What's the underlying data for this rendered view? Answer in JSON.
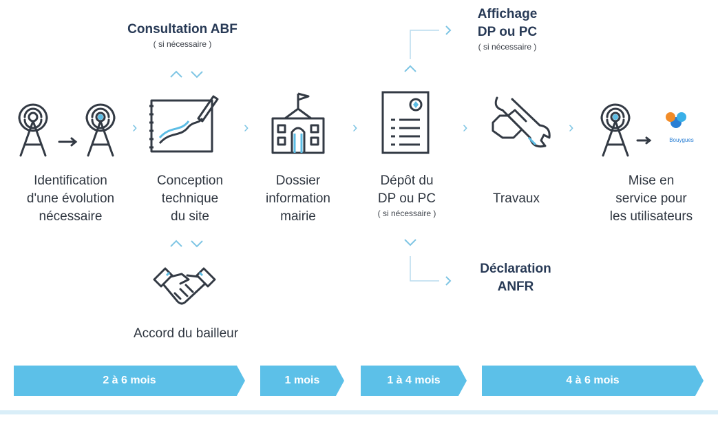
{
  "colors": {
    "accent": "#5cbde5",
    "text": "#2f3640",
    "title": "#283a56",
    "chevron": "#7ec5e4",
    "bar": "#5cc0e8"
  },
  "steps": [
    {
      "lines": [
        "Identification",
        "d'une évolution",
        "nécessaire"
      ],
      "icon": "antenna-to-antenna-icon"
    },
    {
      "lines": [
        "Conception",
        "technique",
        "du site"
      ],
      "icon": "drawing-board-icon"
    },
    {
      "lines": [
        "Dossier",
        "information",
        "mairie"
      ],
      "icon": "town-hall-icon"
    },
    {
      "lines": [
        "Dépôt du",
        "DP ou PC"
      ],
      "note": "( si nécessaire )",
      "icon": "document-icon"
    },
    {
      "lines": [
        "Travaux"
      ],
      "icon": "wrench-hand-icon"
    },
    {
      "lines": [
        "Mise en",
        "service pour",
        "les utilisateurs"
      ],
      "icon": "antenna-to-operator-icon"
    }
  ],
  "branches": {
    "consultation": {
      "title": "Consultation ABF",
      "note": "( si nécessaire )"
    },
    "accord": {
      "label": "Accord du bailleur",
      "icon": "handshake-icon"
    },
    "affichage": {
      "title_lines": [
        "Affichage",
        "DP ou PC"
      ],
      "note": "( si nécessaire )"
    },
    "declaration": {
      "title_lines": [
        "Déclaration",
        "ANFR"
      ]
    }
  },
  "operator_logo_text": "Bouygues",
  "durations": [
    "2 à 6 mois",
    "1 mois",
    "1 à 4 mois",
    "4 à 6 mois"
  ]
}
